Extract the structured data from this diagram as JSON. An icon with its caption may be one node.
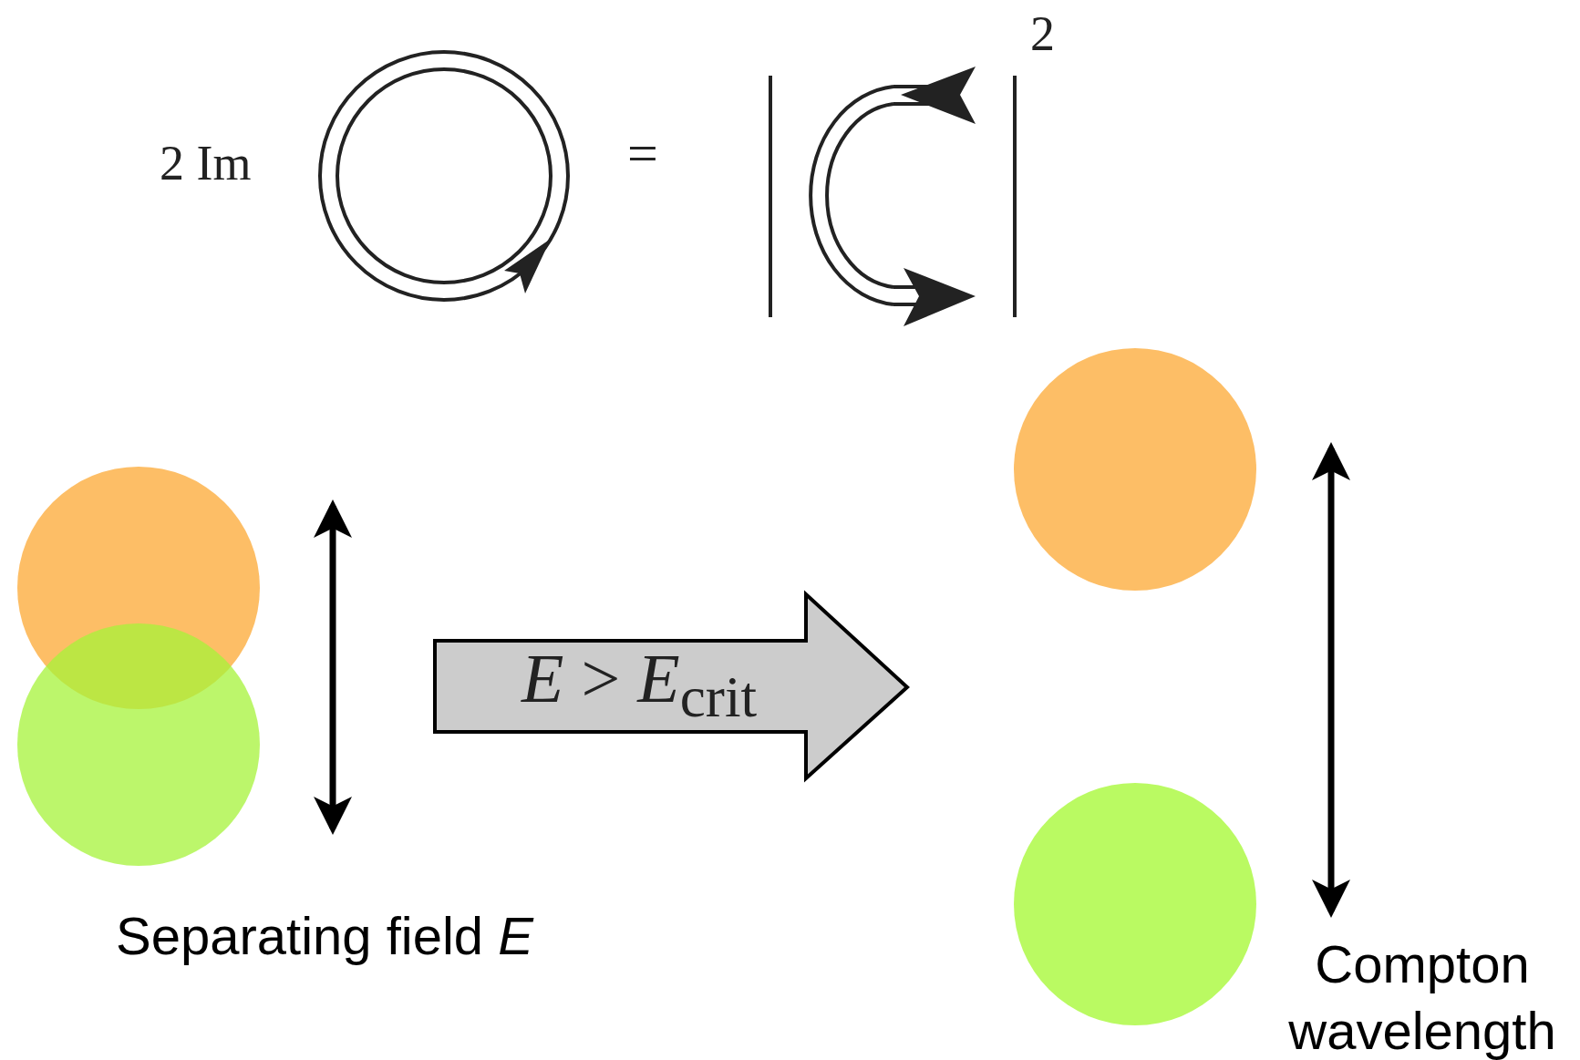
{
  "diagram": {
    "labels": [
      "2 Im",
      "=",
      "2",
      "*E* > *E*$_{crit}$",
      "Separating field *E*",
      "Compton wavelength"
    ]
  }
}
